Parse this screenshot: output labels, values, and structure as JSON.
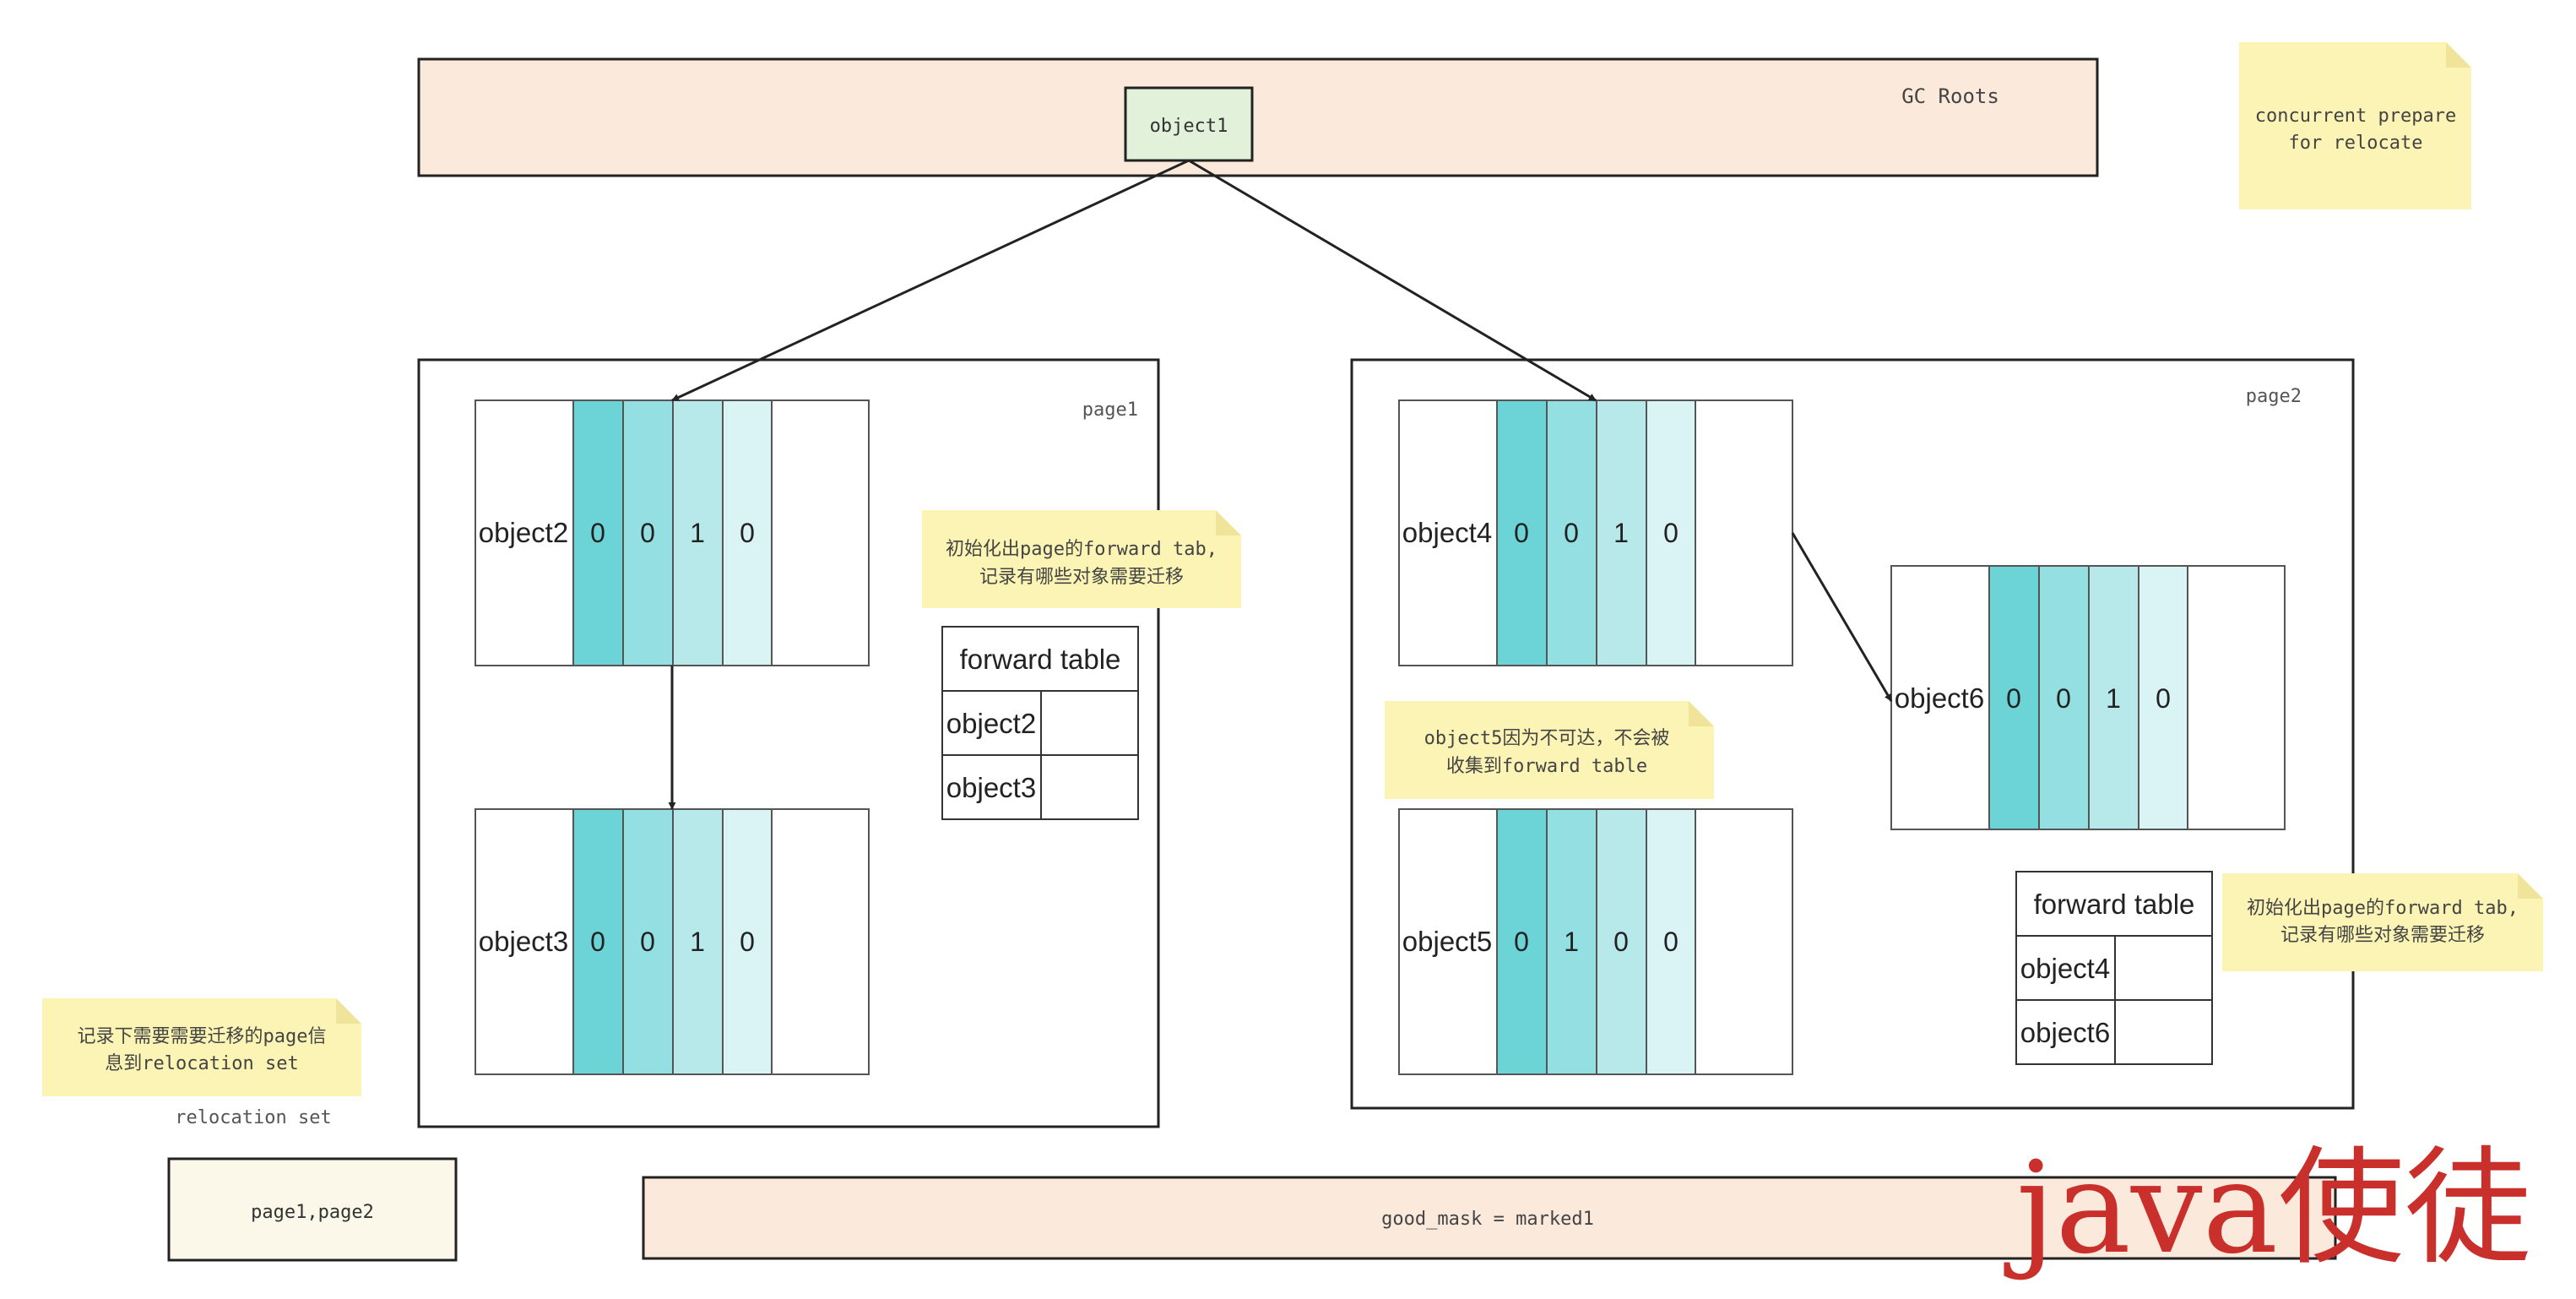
{
  "gc_roots": {
    "label": "GC Roots",
    "root_object": "object1"
  },
  "notes": {
    "prepare": {
      "line1": "concurrent prepare",
      "line2": "for relocate"
    },
    "page1_forward": {
      "line1": "初始化出page的forward tab,",
      "line2": "记录有哪些对象需要迁移"
    },
    "page2_forward": {
      "line1": "初始化出page的forward tab,",
      "line2": "记录有哪些对象需要迁移"
    },
    "object5": {
      "line1": "object5因为不可达，不会被",
      "line2": "收集到forward table"
    },
    "relocation": {
      "line1": "记录下需要需要迁移的page信",
      "line2": "息到relocation set"
    }
  },
  "page1": {
    "label": "page1",
    "objects": [
      {
        "name": "object2",
        "bits": [
          "0",
          "0",
          "1",
          "0"
        ]
      },
      {
        "name": "object3",
        "bits": [
          "0",
          "0",
          "1",
          "0"
        ]
      }
    ],
    "forward_table": {
      "header": "forward table",
      "rows": [
        "object2",
        "object3"
      ]
    }
  },
  "page2": {
    "label": "page2",
    "objects": [
      {
        "name": "object4",
        "bits": [
          "0",
          "0",
          "1",
          "0"
        ]
      },
      {
        "name": "object5",
        "bits": [
          "0",
          "1",
          "0",
          "0"
        ]
      },
      {
        "name": "object6",
        "bits": [
          "0",
          "0",
          "1",
          "0"
        ]
      }
    ],
    "forward_table": {
      "header": "forward table",
      "rows": [
        "object4",
        "object6"
      ]
    }
  },
  "relocation_set": {
    "label": "relocation set",
    "value": "page1,page2"
  },
  "good_mask": {
    "label": "good_mask = marked1"
  },
  "watermark": {
    "text": "java使徒"
  },
  "colors": {
    "bar_fill": "#fbe9dc",
    "root_fill": "#e2f2da",
    "note_fill": "#fbf4b4",
    "note_fold": "#efe49a",
    "relocation_fill": "#fbf8e9",
    "bit_colors": [
      "#6cd4d6",
      "#93dfe2",
      "#b7e8ea",
      "#daf3f4"
    ],
    "watermark": "#c9302c"
  }
}
